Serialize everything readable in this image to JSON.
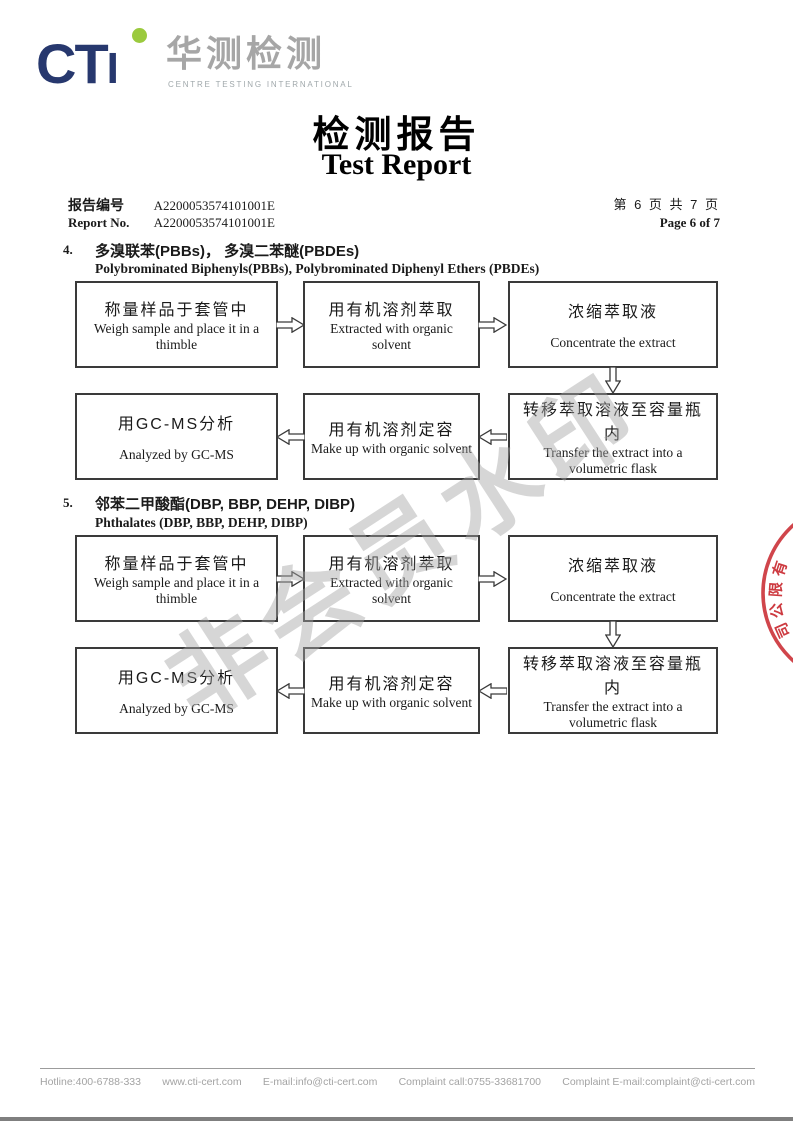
{
  "logo": {
    "cti_main": "CT",
    "cti_i": "I",
    "cn": "华测检测",
    "sub": "CENTRE TESTING INTERNATIONAL"
  },
  "title_cn": "检测报告",
  "title_en": "Test Report",
  "report_no": {
    "label_cn": "报告编号",
    "label_en": "Report No.",
    "value_cn_row": "A2200053574101001E",
    "value_en_row": "A2200053574101001E"
  },
  "page_info": {
    "cn": "第 6 页  共 7 页",
    "en": "Page 6 of 7"
  },
  "sections": [
    {
      "num": "4.",
      "title_cn": "多溴联苯(PBBs)， 多溴二苯醚(PBDEs)",
      "title_en": "Polybrominated Biphenyls(PBBs), Polybrominated Diphenyl Ethers (PBDEs)"
    },
    {
      "num": "5.",
      "title_cn": "邻苯二甲酸酯(DBP, BBP, DEHP, DIBP)",
      "title_en": "Phthalates (DBP, BBP, DEHP, DIBP)"
    }
  ],
  "flowchart_steps": [
    {
      "cn": "称量样品于套管中",
      "en": "Weigh sample and place it in a thimble"
    },
    {
      "cn": "用有机溶剂萃取",
      "en": "Extracted with organic solvent"
    },
    {
      "cn": "浓缩萃取液",
      "en": "Concentrate the extract"
    },
    {
      "cn": "转移萃取溶液至容量瓶内",
      "en": "Transfer the extract into a volumetric flask"
    },
    {
      "cn": "用有机溶剂定容",
      "en": "Make up with organic solvent"
    },
    {
      "cn": "用GC-MS分析",
      "en": "Analyzed by GC-MS"
    }
  ],
  "watermark": "非会员水印",
  "stamp_chars": [
    "有",
    "限",
    "公",
    "司"
  ],
  "footer": {
    "items": [
      "Hotline:400-6788-333",
      "www.cti-cert.com",
      "E-mail:info@cti-cert.com",
      "Complaint call:0755-33681700",
      "Complaint E-mail:complaint@cti-cert.com"
    ]
  },
  "colors": {
    "logo_navy": "#27386e",
    "logo_green": "#9bca3e",
    "logo_gray": "#a6a6a6",
    "stamp_red": "#c8252c",
    "watermark_gray": "#a5a5a5"
  }
}
